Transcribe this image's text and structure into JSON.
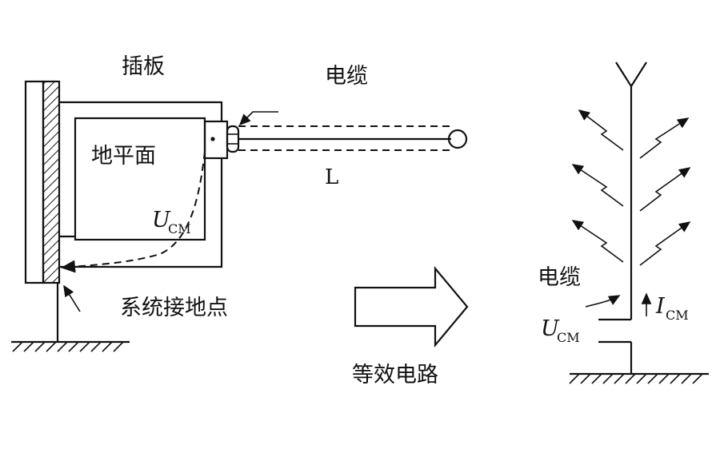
{
  "labels": {
    "plugin_board": "插板",
    "cable_top": "电缆",
    "ground_plane": "地平面",
    "length": "L",
    "u_cm_left_main": "U",
    "u_cm_left_sub": "CM",
    "system_ground": "系统接地点",
    "equivalent_circuit": "等效电路",
    "cable_right": "电缆",
    "u_cm_right_main": "U",
    "u_cm_right_sub": "CM",
    "i_cm_main": "I",
    "i_cm_sub": "CM"
  },
  "colors": {
    "ink": "#111111",
    "background": "#ffffff"
  }
}
